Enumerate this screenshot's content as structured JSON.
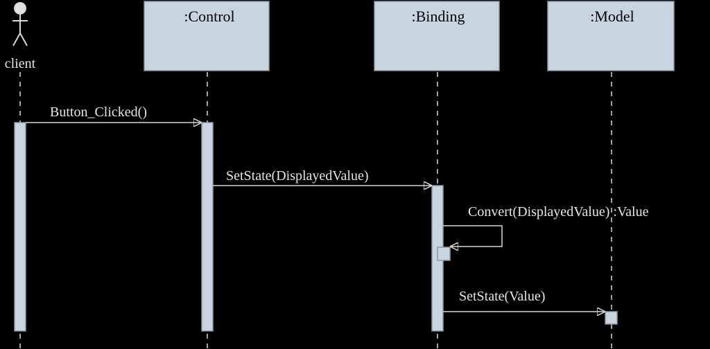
{
  "diagram": {
    "colors": {
      "background": "#000000",
      "box_fill": "#c8d4e0",
      "box_stroke": "#8a98a6",
      "line": "#d8d8d8",
      "text": "#e6e6e6",
      "header_text": "#000000"
    },
    "actor": {
      "label": "client",
      "icon": "stick-figure-icon"
    },
    "lifelines": [
      {
        "id": "control",
        "label": ":Control"
      },
      {
        "id": "binding",
        "label": ":Binding"
      },
      {
        "id": "model",
        "label": ":Model"
      }
    ],
    "messages": [
      {
        "from": "client",
        "to": "control",
        "label": "Button_Clicked()"
      },
      {
        "from": "control",
        "to": "binding",
        "label": "SetState(DisplayedValue)"
      },
      {
        "from": "binding",
        "to": "binding",
        "label": "Convert(DisplayedValue) :Value"
      },
      {
        "from": "binding",
        "to": "model",
        "label": "SetState(Value)"
      }
    ]
  }
}
